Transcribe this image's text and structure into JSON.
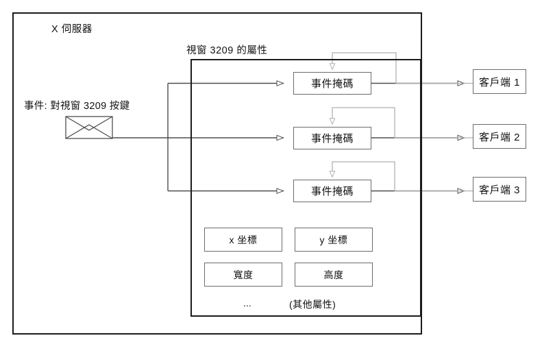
{
  "diagram": {
    "title_server": "X 伺服器",
    "title_window_props": "視窗 3209 的屬性",
    "event_label": "事件: 對視窗 3209 按鍵",
    "envelope_icon": "envelope-icon",
    "ellipsis": "...",
    "other_props": "(其他屬性)",
    "event_masks": [
      {
        "label": "事件掩碼"
      },
      {
        "label": "事件掩碼"
      },
      {
        "label": "事件掩碼"
      }
    ],
    "clients": [
      {
        "label": "客戶端 1"
      },
      {
        "label": "客戶端 2"
      },
      {
        "label": "客戶端 3"
      }
    ],
    "properties": [
      {
        "label": "x 坐標"
      },
      {
        "label": "y 坐標"
      },
      {
        "label": "寬度"
      },
      {
        "label": "高度"
      }
    ],
    "colors": {
      "frame": "#1a1a1a",
      "node_border": "#6b6b6b",
      "flow_line": "#4d4d4d",
      "feedback_line": "#b0b0b0",
      "text": "#111111",
      "background": "#ffffff"
    }
  }
}
